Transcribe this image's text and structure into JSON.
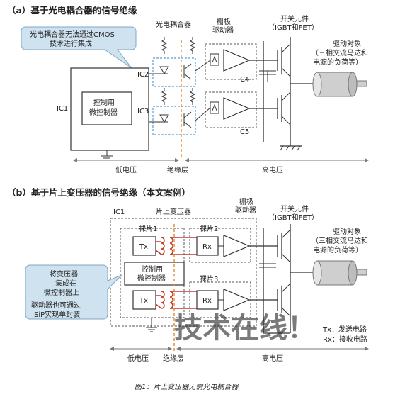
{
  "section_a": {
    "title": "（a）基于光电耦合器的信号绝缘",
    "callout": [
      "光电耦合器无法通过CMOS",
      "技术进行集成"
    ],
    "label_optocoupler": "光电耦合器",
    "label_gate_driver": [
      "栅极",
      "驱动器"
    ],
    "label_switch": [
      "开关元件",
      "（IGBT和FET）"
    ],
    "label_drive_target": [
      "驱动对象",
      "（三相交流马达和",
      "电源的负荷等）"
    ],
    "label_ic1": "IC1",
    "label_ic2": "IC2",
    "label_ic3": "IC3",
    "label_ic4": "IC4",
    "label_ic5": "IC5",
    "label_mcu": [
      "控制用",
      "微控制器"
    ],
    "zone_low": "低电压",
    "zone_insulation": "绝缘层",
    "zone_high": "高电压"
  },
  "section_b": {
    "title": "（b）基于片上变压器的信号绝缘（本文案例）",
    "label_ic1": "IC1",
    "label_transformer": "片上变压器",
    "label_gate_driver": [
      "栅极",
      "驱动器"
    ],
    "label_switch": [
      "开关元件",
      "（IGBT和FET）"
    ],
    "label_drive_target": [
      "驱动对象",
      "（三相交流马达和",
      "电源的负荷等）"
    ],
    "label_chip1": "裸片1",
    "label_chip2": "裸片2",
    "label_chip3": "裸片3",
    "label_tx": "Tx",
    "label_rx": "Rx",
    "label_mcu": [
      "控制用",
      "微控制器"
    ],
    "callout": [
      "将变压器",
      "集成在",
      "微控制器上",
      "驱动器也可通过",
      "SiP实现单封装"
    ],
    "legend": [
      "Tx：发送电路",
      "Rx：接收电路"
    ],
    "zone_low": "低电压",
    "zone_insulation": "绝缘层",
    "zone_high": "高电压",
    "watermark": "技术在线！"
  },
  "caption": "图1：片上变压器无需光电耦合器",
  "colors": {
    "callout_fill": "#cfe2ef",
    "callout_stroke": "#7fa7c4",
    "insulation": "#e08a2c",
    "coil": "#c0392b",
    "motor": "#cfcfcf"
  }
}
